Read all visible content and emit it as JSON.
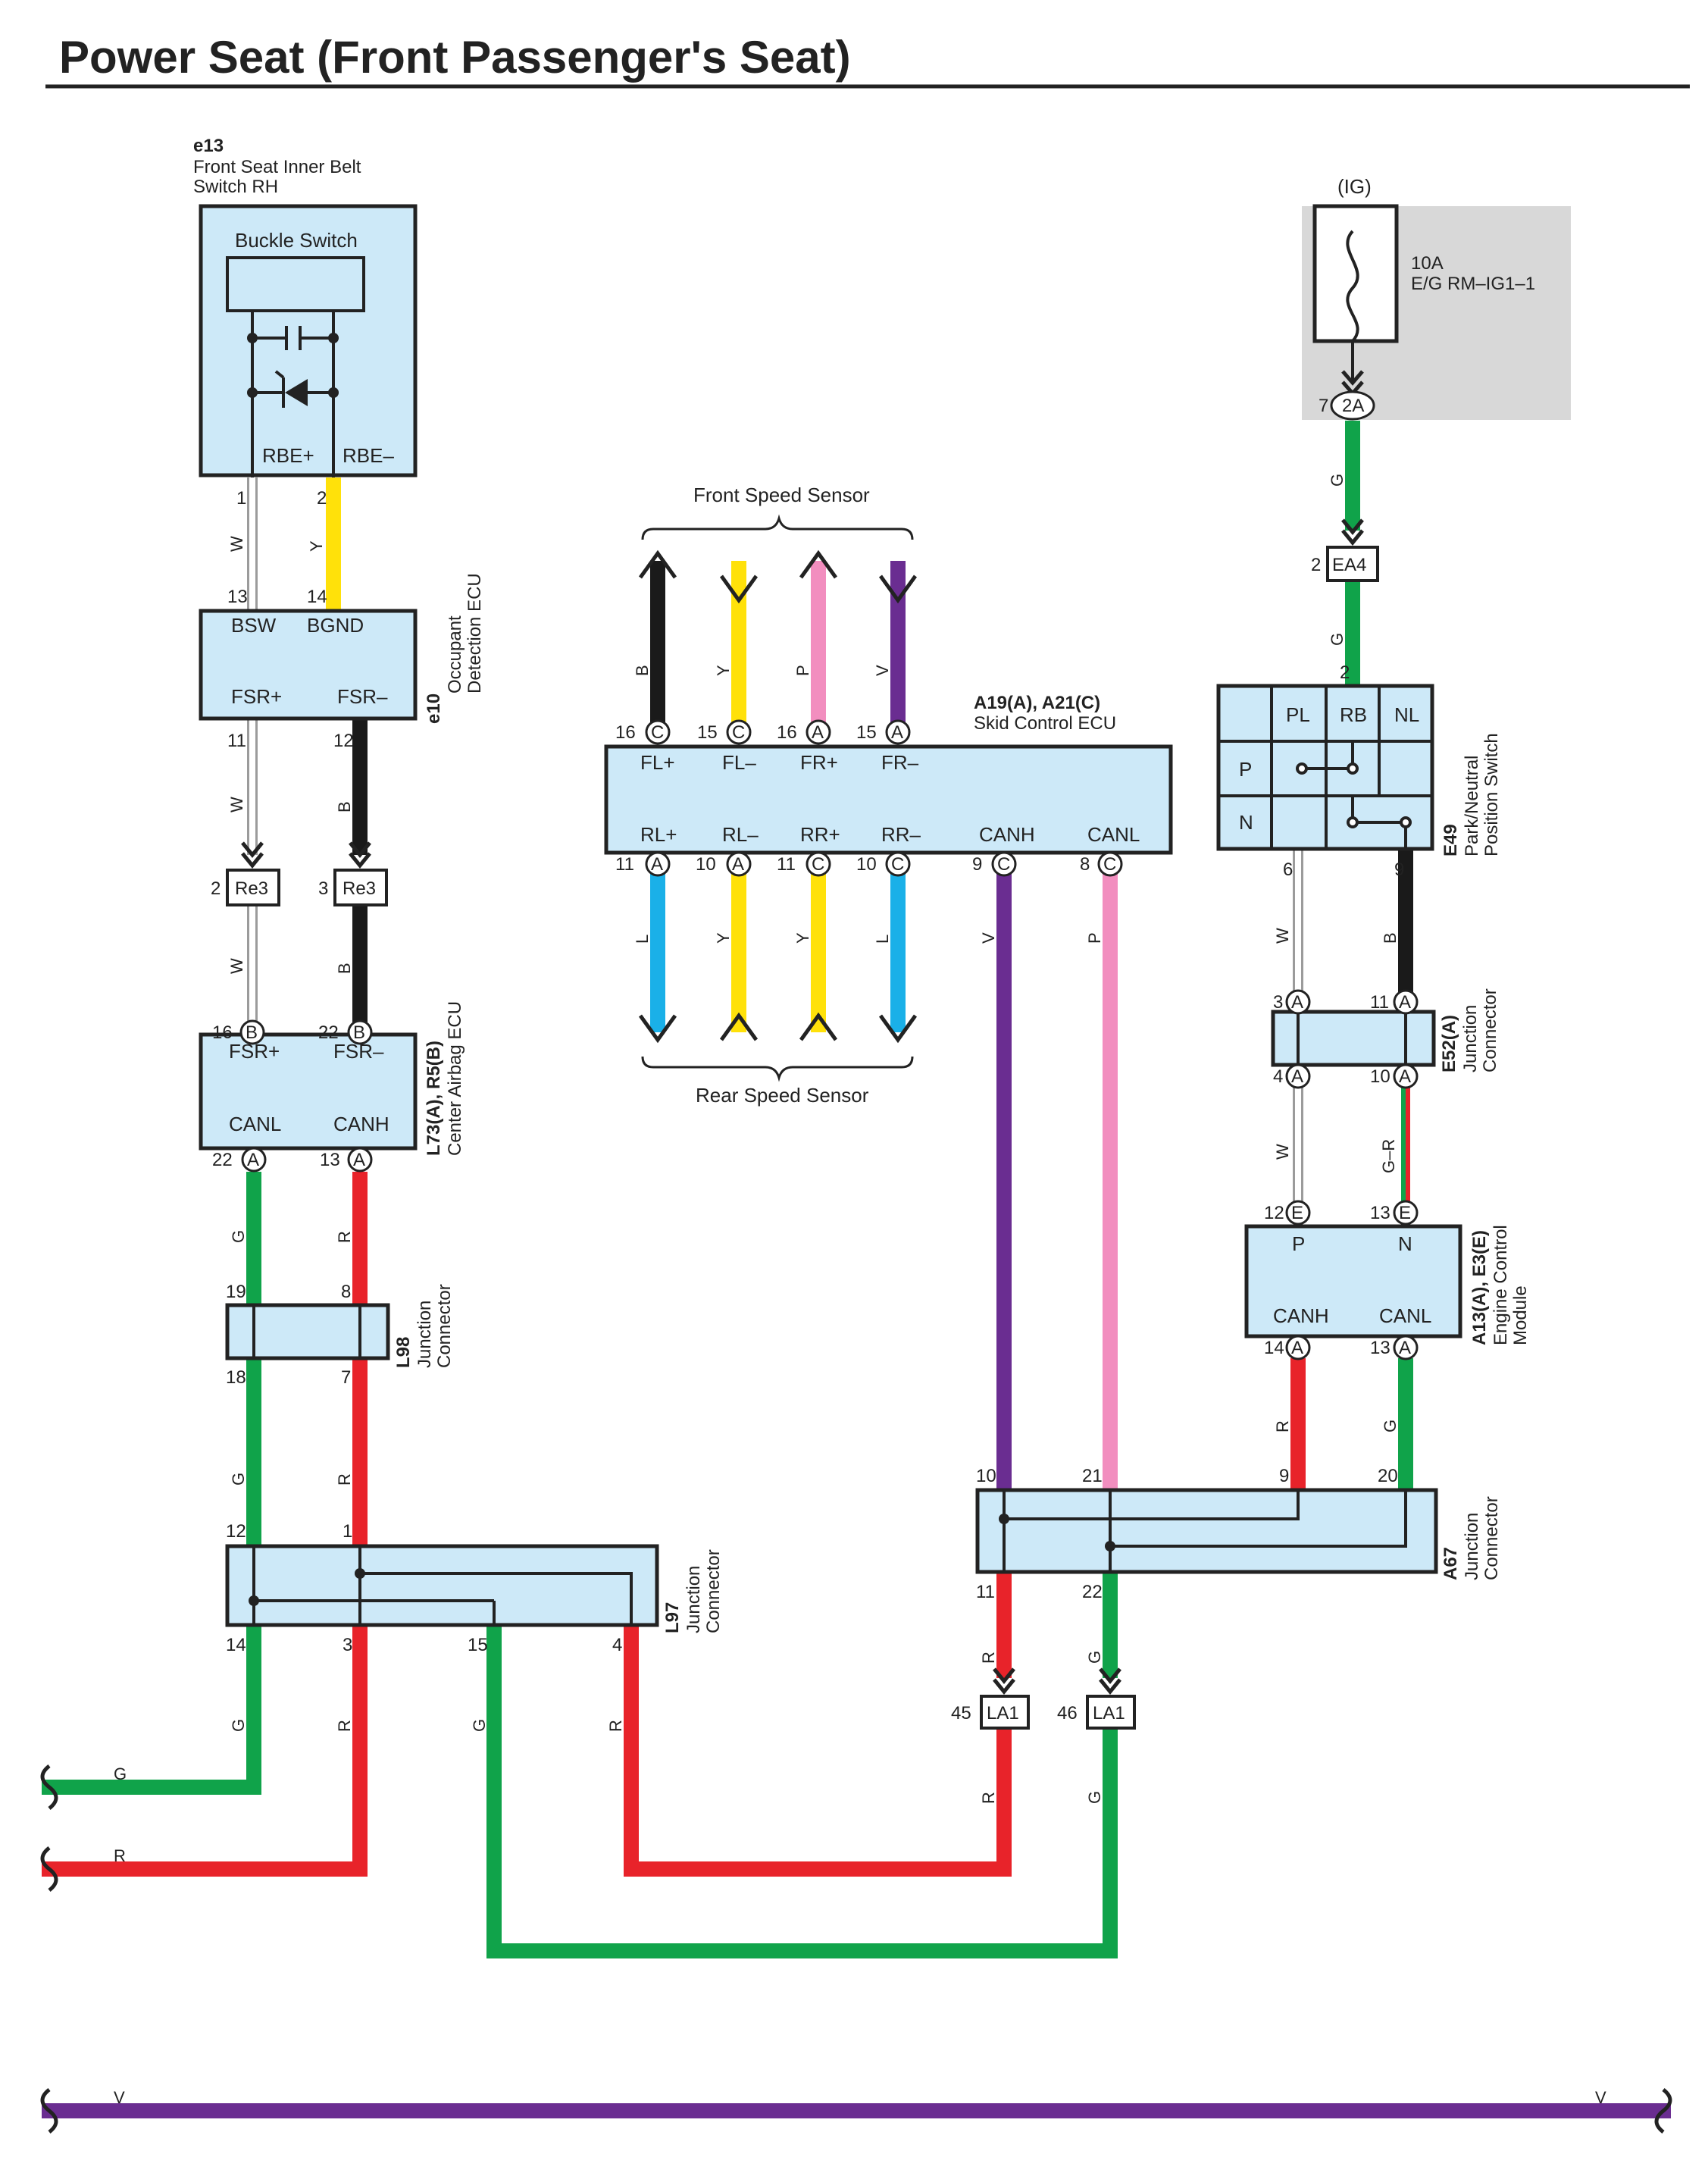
{
  "title": "Power Seat (Front Passenger's Seat)",
  "colors": {
    "G": "#10a34a",
    "R": "#e8232a",
    "W": "#9b9b9b",
    "Y": "#ffe10a",
    "B": "#1a1a1a",
    "P": "#f28ebf",
    "V": "#6a2d91",
    "L": "#1ab0e8",
    "box_fill": "#cde9f8",
    "fuse_fill": "#d8d8d8"
  },
  "components": {
    "e13": {
      "code": "e13",
      "desc1": "Front Seat Inner Belt",
      "desc2": "Switch RH",
      "inner": "Buckle Switch",
      "pin_l": "RBE+",
      "pin_r": "RBE–"
    },
    "e10": {
      "code": "e10",
      "desc1": "Occupant",
      "desc2": "Detection ECU",
      "t1": "BSW",
      "t2": "BGND",
      "b1": "FSR+",
      "b2": "FSR–"
    },
    "l73": {
      "code": "L73(A), R5(B)",
      "desc1": "Center Airbag ECU",
      "t1": "FSR+",
      "t2": "FSR–",
      "b1": "CANL",
      "b2": "CANH"
    },
    "l98": {
      "code": "L98",
      "desc1": "Junction",
      "desc2": "Connector"
    },
    "l97": {
      "code": "L97",
      "desc1": "Junction",
      "desc2": "Connector"
    },
    "a19": {
      "code": "A19(A), A21(C)",
      "desc1": "Skid Control ECU",
      "t": [
        "FL+",
        "FL–",
        "FR+",
        "FR–"
      ],
      "b": [
        "RL+",
        "RL–",
        "RR+",
        "RR–",
        "CANH",
        "CANL"
      ]
    },
    "front_sensor": "Front Speed Sensor",
    "rear_sensor": "Rear Speed Sensor",
    "fuse": {
      "ig": "(IG)",
      "amp": "10A",
      "name": "E/G RM–IG1–1"
    },
    "e49": {
      "code": "E49",
      "desc1": "Park/Neutral",
      "desc2": "Position Switch",
      "h": [
        "PL",
        "RB",
        "NL"
      ],
      "r": [
        "P",
        "N"
      ]
    },
    "e52": {
      "code": "E52(A)",
      "desc1": "Junction",
      "desc2": "Connector"
    },
    "a13": {
      "code": "A13(A), E3(E)",
      "desc1": "Engine Control",
      "desc2": "Module",
      "t1": "P",
      "t2": "N",
      "b1": "CANH",
      "b2": "CANL"
    },
    "a67": {
      "code": "A67",
      "desc1": "Junction",
      "desc2": "Connector"
    }
  },
  "connectors": {
    "re3": "Re3",
    "ea4": "EA4",
    "la1": "LA1",
    "c2a": "2A"
  },
  "pins": {
    "p1": "1",
    "p2": "2",
    "p13": "13",
    "p14": "14",
    "p11": "11",
    "p12": "12",
    "p2b": "2",
    "p3b": "3",
    "p16": "16",
    "p22": "22",
    "pa": "A",
    "pb": "B",
    "pc": "C",
    "pe": "E",
    "p22a": "22",
    "p13a": "13",
    "p19": "19",
    "p8": "8",
    "p18": "18",
    "p7": "7",
    "p12b": "12",
    "p1b": "1",
    "p14b": "14",
    "p3c": "3",
    "p15": "15",
    "p4": "4",
    "p16c": "16",
    "p15c": "15",
    "p16a": "16",
    "p15a": "15",
    "p11a": "11",
    "p10a": "10",
    "p11c": "11",
    "p10c": "10",
    "p9c": "9",
    "p8c": "8",
    "p10": "10",
    "p21": "21",
    "p9": "9",
    "p20": "20",
    "p11d": "11",
    "p22d": "22",
    "p45": "45",
    "p46": "46",
    "p7f": "7",
    "p2e": "2",
    "p2f": "2",
    "p6": "6",
    "p9e": "9",
    "p3e": "3",
    "p11e": "11",
    "p4e": "4",
    "p10e": "10",
    "p12e": "12",
    "p13e": "13",
    "p14e": "14",
    "p13f": "13"
  },
  "wire_codes": {
    "W": "W",
    "Y": "Y",
    "B": "B",
    "G": "G",
    "R": "R",
    "P": "P",
    "V": "V",
    "L": "L",
    "GR": "G–R"
  }
}
